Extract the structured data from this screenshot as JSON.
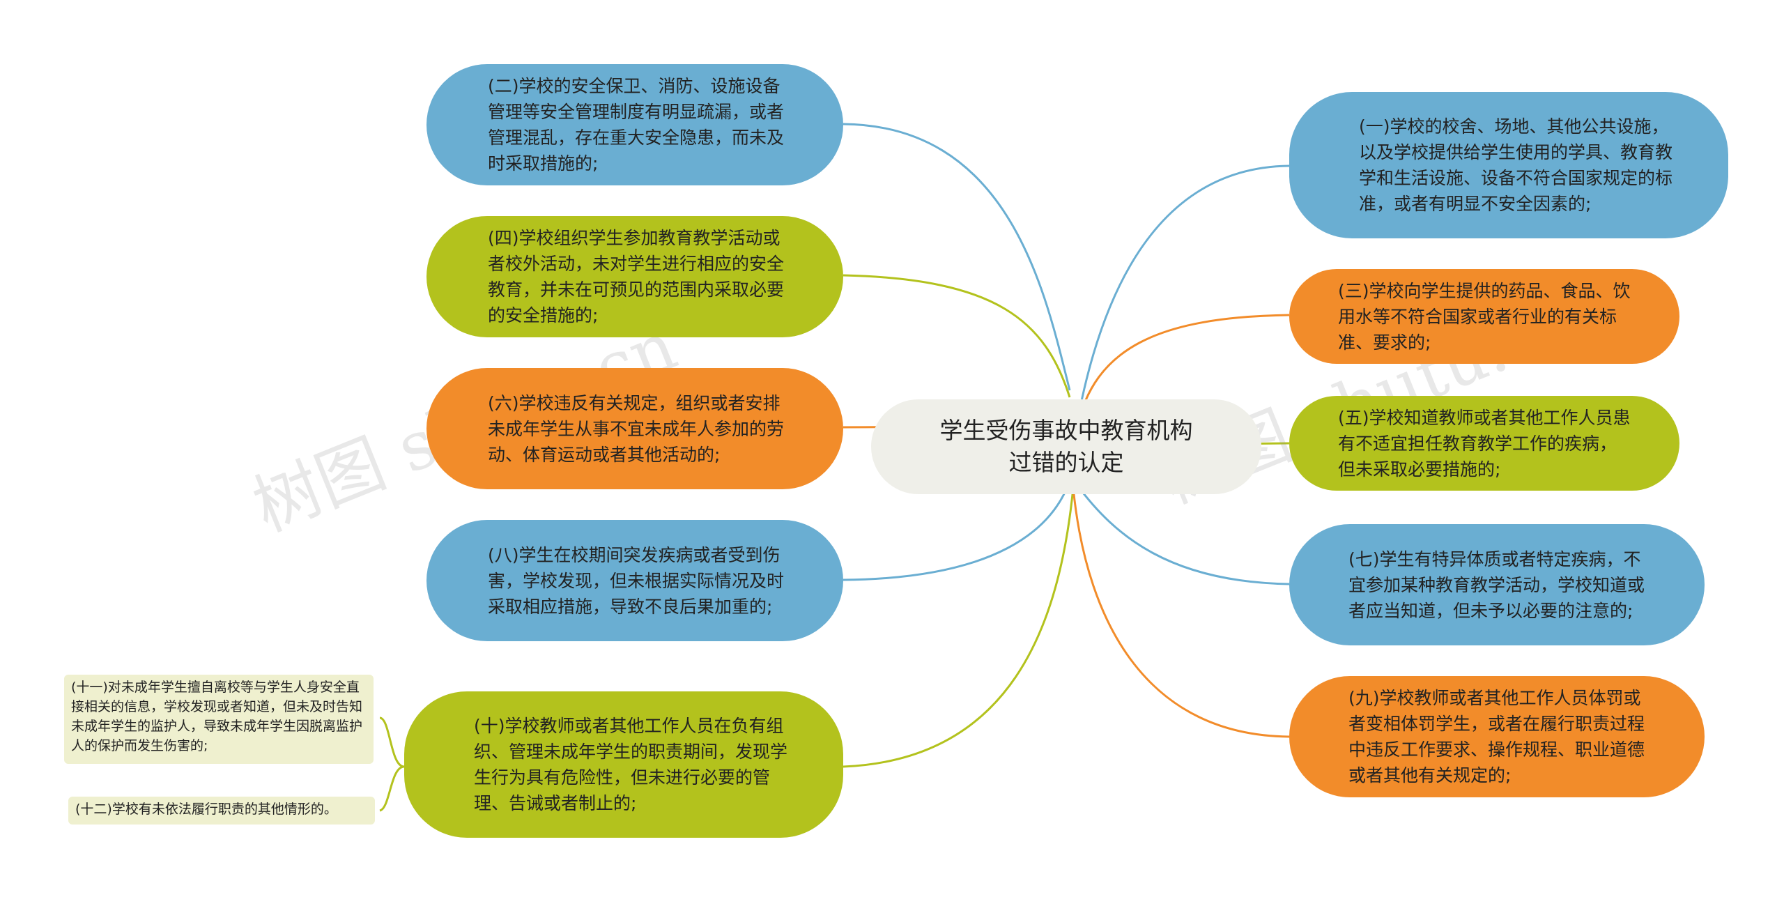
{
  "center": {
    "line1": "学生受伤事故中教育机构",
    "line2": "过错的认定"
  },
  "left_nodes": [
    {
      "id": "two",
      "color": "#6aaed2",
      "text": "(二)学校的安全保卫、消防、设施设备管理等安全管理制度有明显疏漏，或者管理混乱，存在重大安全隐患，而未及时采取措施的;"
    },
    {
      "id": "four",
      "color": "#b3c21d",
      "text": "(四)学校组织学生参加教育教学活动或者校外活动，未对学生进行相应的安全教育，并未在可预见的范围内采取必要的安全措施的;"
    },
    {
      "id": "six",
      "color": "#f28c2a",
      "text": "(六)学校违反有关规定，组织或者安排未成年学生从事不宜未成年人参加的劳动、体育运动或者其他活动的;"
    },
    {
      "id": "eight",
      "color": "#6aaed2",
      "text": "(八)学生在校期间突发疾病或者受到伤害，学校发现，但未根据实际情况及时采取相应措施，导致不良后果加重的;"
    },
    {
      "id": "ten",
      "color": "#b3c21d",
      "text": "(十)学校教师或者其他工作人员在负有组织、管理未成年学生的职责期间，发现学生行为具有危险性，但未进行必要的管理、告诫或者制止的;"
    }
  ],
  "right_nodes": [
    {
      "id": "one",
      "color": "#6aaed2",
      "text": "(一)学校的校舍、场地、其他公共设施，以及学校提供给学生使用的学具、教育教学和生活设施、设备不符合国家规定的标准，或者有明显不安全因素的;"
    },
    {
      "id": "three",
      "color": "#f28c2a",
      "text": "(三)学校向学生提供的药品、食品、饮用水等不符合国家或者行业的有关标准、要求的;"
    },
    {
      "id": "five",
      "color": "#b3c21d",
      "text": "(五)学校知道教师或者其他工作人员患有不适宜担任教育教学工作的疾病，但未采取必要措施的;"
    },
    {
      "id": "seven",
      "color": "#6aaed2",
      "text": "(七)学生有特异体质或者特定疾病，不宜参加某种教育教学活动，学校知道或者应当知道，但未予以必要的注意的;"
    },
    {
      "id": "nine",
      "color": "#f28c2a",
      "text": "(九)学校教师或者其他工作人员体罚或者变相体罚学生，或者在履行职责过程中违反工作要求、操作规程、职业道德或者其他有关规定的;"
    }
  ],
  "leaf_nodes": [
    {
      "id": "eleven",
      "text": "(十一)对未成年学生擅自离校等与学生人身安全直接相关的信息，学校发现或者知道，但未及时告知未成年学生的监护人，导致未成年学生因脱离监护人的保护而发生伤害的;"
    },
    {
      "id": "twelve",
      "text": "(十二)学校有未依法履行职责的其他情形的。"
    }
  ],
  "watermarks": [
    "树图 shutu.cn",
    "树图 shutu.cn"
  ]
}
